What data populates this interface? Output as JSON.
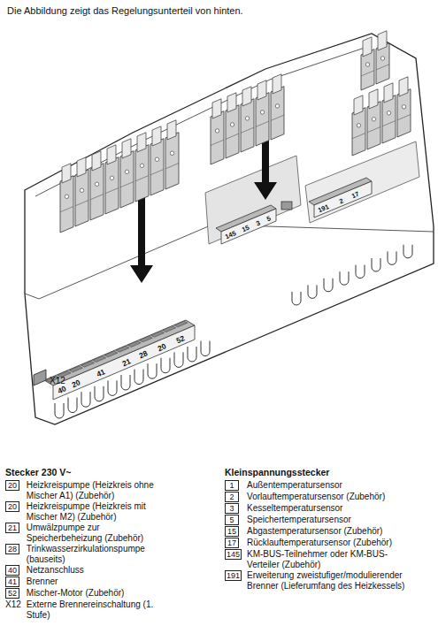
{
  "diagram": {
    "title": "Die Abbildung zeigt das Regelungsunterteil von hinten.",
    "nodes": [
      {
        "text": [
          "20",
          "Heizkreispumpe (Heizkreis ohne Mischer A1) (Zubehör)"
        ]
      },
      {
        "text": [
          "20",
          "Heizkreispumpe (Heizkreis mit Mischer M2) (Zubehör)"
        ]
      },
      {
        "text": [
          "21",
          "Umwälzpumpe zur Speicherbeheizung (Zubehör)"
        ]
      },
      {
        "text": [
          "28",
          "Trinkwasserzirkulationspumpe (bauseits)"
        ]
      },
      {
        "text": [
          "40",
          "Netzanschluss"
        ]
      },
      {
        "text": [
          "41",
          "Brenner"
        ]
      },
      {
        "text": [
          "52",
          "Mischer-Motor (Zubehör)"
        ]
      },
      {
        "text": [
          "1",
          "Außentemperatursensor"
        ]
      },
      {
        "text": [
          "2",
          "Vorlauftemperatursensor (Zubehör)"
        ]
      },
      {
        "text": [
          "3",
          "Kesseltemperatursensor"
        ]
      },
      {
        "text": [
          "5",
          "Speichertemperatursensor"
        ]
      },
      {
        "text": [
          "15",
          "Abgastemperatursensor (Zubehör)"
        ]
      },
      {
        "text": [
          "17",
          "Rücklauftemperatursensor (Zubehör)"
        ]
      },
      {
        "text": [
          "145",
          "KM-BUS-Teilnehmer oder KM-BUS-Verteiler (Zubehör)"
        ]
      },
      {
        "text": [
          "191",
          "Erweiterung zweistufiger/modulierender Brenner (Lieferumfang des Heizkessels)"
        ]
      }
    ],
    "labels": [
      "X12",
      "40",
      "20",
      "41",
      "21",
      "28",
      "20",
      "52",
      "145",
      "15",
      "3",
      "5",
      "191",
      "2",
      "17",
      "Stecker 230 V~",
      "Kleinspannungsstecker",
      "X12",
      "Externe Brennereinschaltung (1. Stufe)"
    ]
  }
}
